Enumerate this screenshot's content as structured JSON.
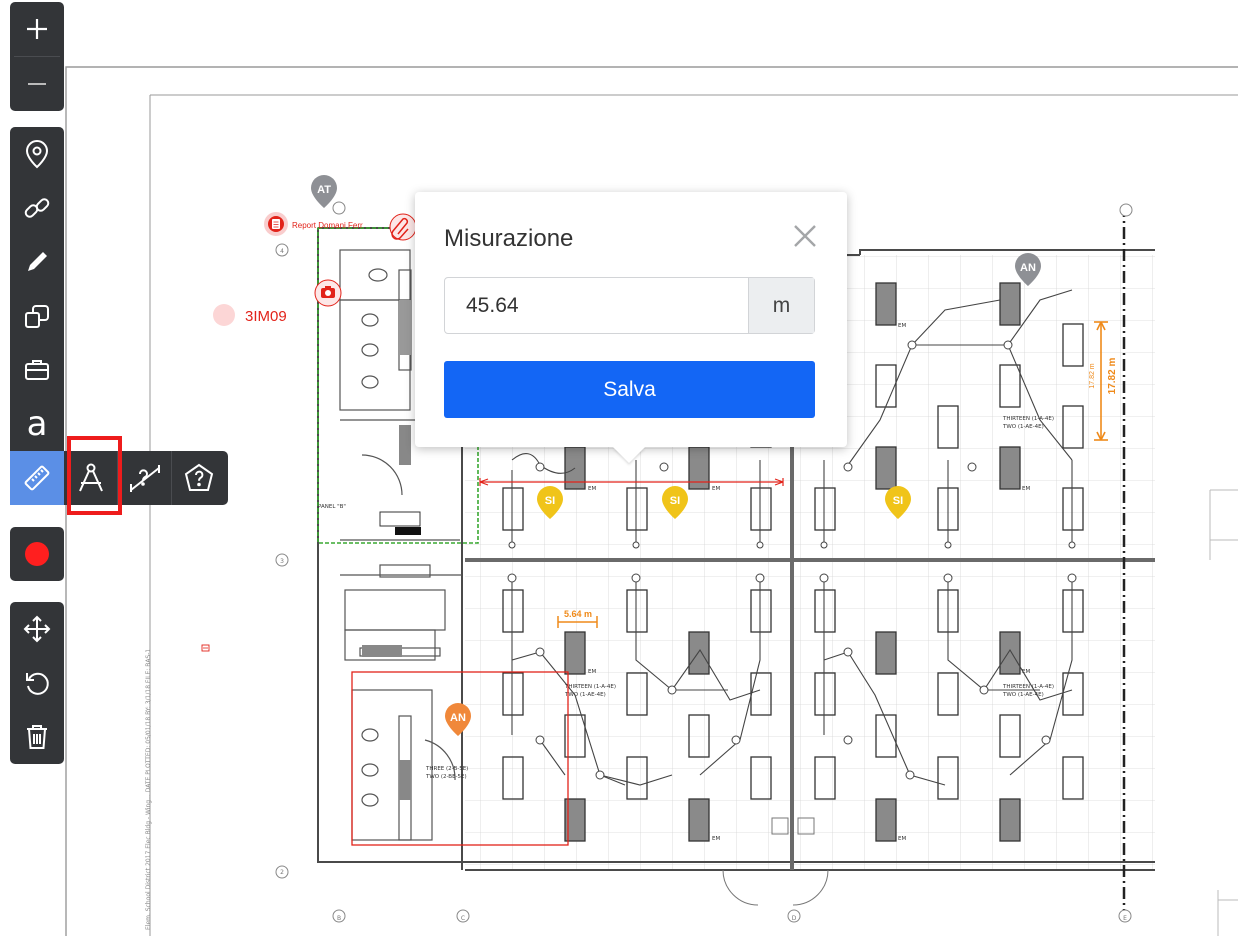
{
  "toolbar": {
    "zoom": [
      {
        "name": "zoom-in-button",
        "icon": "plus-icon"
      },
      {
        "name": "zoom-out-button",
        "icon": "minus-icon"
      }
    ],
    "tools": [
      {
        "name": "pin-tool-button",
        "icon": "map-pin-icon"
      },
      {
        "name": "link-tool-button",
        "icon": "link-icon"
      },
      {
        "name": "pen-tool-button",
        "icon": "pencil-icon"
      },
      {
        "name": "shapes-tool-button",
        "icon": "shapes-icon"
      },
      {
        "name": "briefcase-tool-button",
        "icon": "briefcase-icon"
      },
      {
        "name": "text-tool-button",
        "icon": "text-a-icon",
        "glyph": "a"
      },
      {
        "name": "measure-tool-button",
        "icon": "ruler-icon",
        "active": true
      }
    ],
    "record": {
      "name": "record-button",
      "icon": "record-dot-icon",
      "color": "#ff1f1f"
    },
    "edit": [
      {
        "name": "move-button",
        "icon": "move-arrows-icon"
      },
      {
        "name": "rotate-button",
        "icon": "rotate-icon"
      },
      {
        "name": "delete-button",
        "icon": "trash-icon"
      }
    ],
    "measure_submenu": [
      {
        "name": "compass-measure-button",
        "icon": "compass-icon",
        "highlighted": true
      },
      {
        "name": "calibrate-measure-button",
        "icon": "calibrate-question-icon"
      },
      {
        "name": "area-measure-button",
        "icon": "polygon-question-icon"
      }
    ]
  },
  "markers": {
    "at": "AT",
    "an_top": "AN",
    "an_bottom": "AN",
    "si": [
      "SI",
      "SI",
      "SI"
    ],
    "report_label": "Report Domani Ferr",
    "point_label": "3IM09"
  },
  "dimensions": {
    "vertical": "17.82 m",
    "small": "5.64 m"
  },
  "plan_notes": {
    "room_label_1": "THIRTEEN (1-A-4E)",
    "room_label_2": "TWO (1-AE-4E)",
    "room_label_3": "THREE (2-B-5E)",
    "room_label_4": "TWO (2-BE-5E)",
    "panel_label": "PANEL \"B\"",
    "em": "EM",
    "grid": [
      "B",
      "C",
      "D",
      "E",
      "2",
      "3",
      "4"
    ]
  },
  "colors": {
    "toolbar_bg": "#333538",
    "active_tool": "#5b8fe6",
    "primary_button": "#1366f5",
    "marker_gray": "#8e9095",
    "marker_yellow": "#f0c419",
    "marker_orange": "#f0883a",
    "measure_orange": "#ef8a1a",
    "annotation_red": "#e2231a",
    "cloud_green": "#3aa832"
  },
  "popup": {
    "title": "Misurazione",
    "value": "45.64",
    "unit": "m",
    "save_label": "Salva",
    "close_icon": "close-x-icon"
  }
}
